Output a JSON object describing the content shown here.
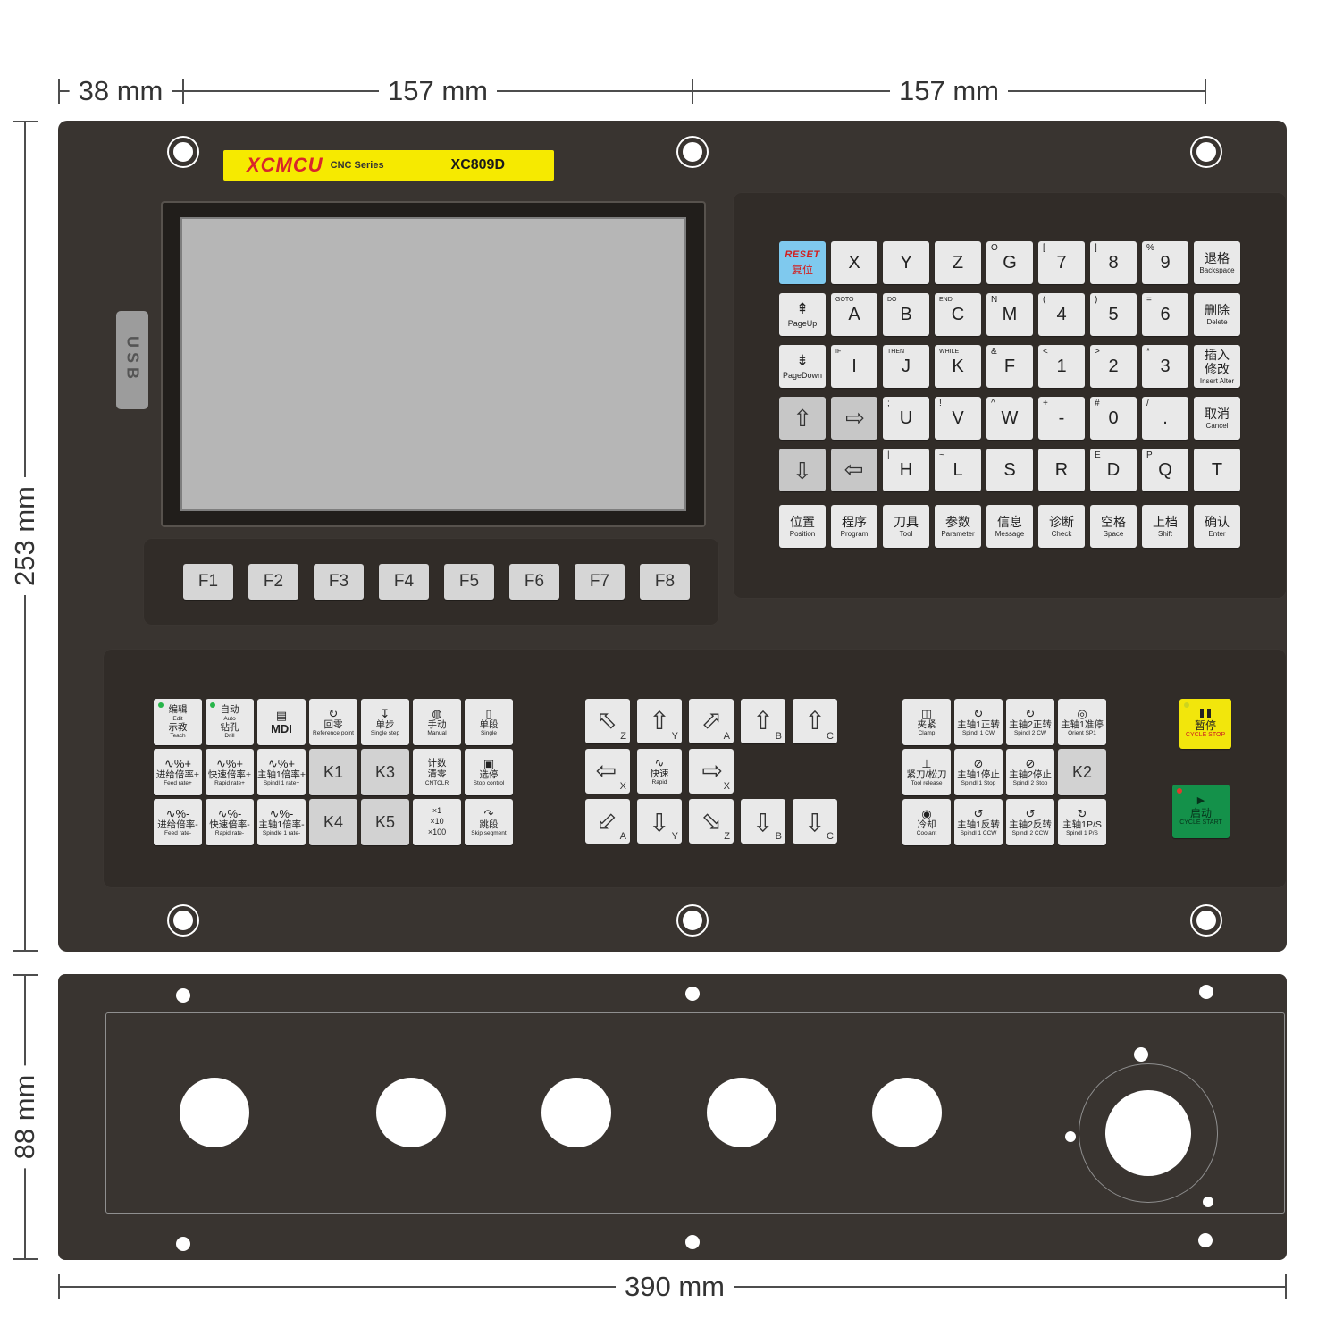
{
  "dimensions": {
    "top_left": "38 mm",
    "top_mid": "157 mm",
    "top_right": "157 mm",
    "left": "253 mm",
    "bottom_left": "88 mm",
    "bottom": "390 mm"
  },
  "logo": {
    "brand": "XCMCU",
    "series": "CNC Series",
    "model": "XC809D"
  },
  "usb_label": "USB",
  "fkeys": [
    "F1",
    "F2",
    "F3",
    "F4",
    "F5",
    "F6",
    "F7",
    "F8"
  ],
  "icons": {
    "arrow": "⇧",
    "page-up": "⇞",
    "page-down": "⇟",
    "mdi": "▤",
    "reference": "↻",
    "single-step": "↧",
    "manual": "◍",
    "single": "▯",
    "wave": "∿",
    "spindle-cw": "↻",
    "spindle-ccw": "↺",
    "spindle-stop": "⊘",
    "orient": "◎",
    "clamp": "◫",
    "tool-release": "⊥",
    "coolant": "◉",
    "stop-control": "▣",
    "skip": "↷",
    "rapid": "∿",
    "start": "▶"
  },
  "keyboard": {
    "rows": [
      [
        {
          "type": "reset",
          "en": "RESET",
          "zh": "复位"
        },
        {
          "main": "X"
        },
        {
          "main": "Y"
        },
        {
          "main": "Z"
        },
        {
          "main": "G",
          "sup": "O"
        },
        {
          "main": "7",
          "sup": "["
        },
        {
          "main": "8",
          "sup": "]"
        },
        {
          "main": "9",
          "sup": "%"
        },
        {
          "type": "fn",
          "zh": "退格",
          "en": "Backspace"
        }
      ],
      [
        {
          "type": "nav",
          "icon": "page-up",
          "label": "PageUp"
        },
        {
          "main": "A",
          "sup": "GOTO"
        },
        {
          "main": "B",
          "sup": "DO"
        },
        {
          "main": "C",
          "sup": "END"
        },
        {
          "main": "M",
          "sup": "N"
        },
        {
          "main": "4",
          "sup": "("
        },
        {
          "main": "5",
          "sup": ")"
        },
        {
          "main": "6",
          "sup": "="
        },
        {
          "type": "fn",
          "zh": "删除",
          "en": "Delete"
        }
      ],
      [
        {
          "type": "nav",
          "icon": "page-down",
          "label": "PageDown"
        },
        {
          "main": "I",
          "sup": "IF"
        },
        {
          "main": "J",
          "sup": "THEN"
        },
        {
          "main": "K",
          "sup": "WHILE"
        },
        {
          "main": "F",
          "sup": "&"
        },
        {
          "main": "1",
          "sup": "<"
        },
        {
          "main": "2",
          "sup": ">"
        },
        {
          "main": "3",
          "sup": "*"
        },
        {
          "type": "fn",
          "zh": "插入\n修改",
          "en": "Insert Alter"
        }
      ],
      [
        {
          "type": "arrow",
          "dir": "up"
        },
        {
          "type": "arrow",
          "dir": "right"
        },
        {
          "main": "U",
          "sup": ";"
        },
        {
          "main": "V",
          "sup": "!"
        },
        {
          "main": "W",
          "sup": "^"
        },
        {
          "main": "-",
          "sup": "+"
        },
        {
          "main": "0",
          "sup": "#"
        },
        {
          "main": ".",
          "sup": "/"
        },
        {
          "type": "fn",
          "zh": "取消",
          "en": "Cancel"
        }
      ],
      [
        {
          "type": "arrow",
          "dir": "down"
        },
        {
          "type": "arrow",
          "dir": "left"
        },
        {
          "main": "H",
          "sup": "|"
        },
        {
          "main": "L",
          "sup": "~"
        },
        {
          "main": "S"
        },
        {
          "main": "R"
        },
        {
          "main": "D",
          "sup": "E"
        },
        {
          "main": "Q",
          "sup": "P"
        },
        {
          "main": "T"
        }
      ],
      [
        {
          "type": "fn2",
          "zh": "位置",
          "en": "Position"
        },
        {
          "type": "fn2",
          "zh": "程序",
          "en": "Program"
        },
        {
          "type": "fn2",
          "zh": "刀具",
          "en": "Tool"
        },
        {
          "type": "fn2",
          "zh": "参数",
          "en": "Parameter"
        },
        {
          "type": "fn2",
          "zh": "信息",
          "en": "Message"
        },
        {
          "type": "fn2",
          "zh": "诊断",
          "en": "Check"
        },
        {
          "type": "fn2",
          "zh": "空格",
          "en": "Space"
        },
        {
          "type": "fn2",
          "zh": "上档",
          "en": "Shift"
        },
        {
          "type": "fn2",
          "zh": "确认",
          "en": "Enter"
        }
      ]
    ]
  },
  "mode_keys": [
    [
      {
        "led": true,
        "zh": "编辑",
        "en": "Edit",
        "zh2": "示教",
        "en2": "Teach"
      },
      {
        "led": true,
        "zh": "自动",
        "en": "Auto",
        "zh2": "钻孔",
        "en2": "Drill"
      },
      {
        "icon": "mdi",
        "big": "MDI"
      },
      {
        "icon": "reference",
        "zh": "回零",
        "en": "Reference point"
      },
      {
        "icon": "single-step",
        "zh": "单步",
        "en": "Single step"
      },
      {
        "icon": "manual",
        "zh": "手动",
        "en": "Manual"
      },
      {
        "icon": "single",
        "zh": "单段",
        "en": "Single"
      }
    ],
    [
      {
        "icon": "wave",
        "suffix": "%+",
        "zh": "进给倍率+",
        "en": "Feed rate+"
      },
      {
        "icon": "wave",
        "suffix": "%+",
        "zh": "快速倍率+",
        "en": "Rapid rate+"
      },
      {
        "icon": "wave",
        "suffix": "%+",
        "zh": "主轴1倍率+",
        "en": "Spindl 1 rate+"
      },
      {
        "big": "K1"
      },
      {
        "big": "K3"
      },
      {
        "zh": "计数",
        "zh2": "清零",
        "en2": "CNTCLR"
      },
      {
        "icon": "stop-control",
        "zh": "选停",
        "en": "Stop control"
      }
    ],
    [
      {
        "icon": "wave",
        "suffix": "%-",
        "zh": "进给倍率-",
        "en": "Feed rate-"
      },
      {
        "icon": "wave",
        "suffix": "%-",
        "zh": "快速倍率-",
        "en": "Rapid rate-"
      },
      {
        "icon": "wave",
        "suffix": "%-",
        "zh": "主轴1倍率-",
        "en": "Spindle 1 rate-"
      },
      {
        "big": "K4"
      },
      {
        "big": "K5"
      },
      {
        "lines": [
          "×1",
          "×10",
          "×100"
        ]
      },
      {
        "icon": "skip",
        "zh": "跳段",
        "en": "Skip segment"
      }
    ]
  ],
  "jog_keys": [
    [
      {
        "dir": "up-left",
        "axis": "Z"
      },
      {
        "dir": "up",
        "axis": "Y"
      },
      {
        "dir": "up-right",
        "axis": "A"
      },
      {
        "dir": "up",
        "axis": "B"
      },
      {
        "dir": "up",
        "axis": "C"
      }
    ],
    [
      {
        "dir": "left",
        "axis": "X"
      },
      {
        "rapid": true,
        "zh": "快速",
        "en": "Rapid"
      },
      {
        "dir": "right",
        "axis": "X"
      },
      null,
      null
    ],
    [
      {
        "dir": "down-left",
        "axis": "A"
      },
      {
        "dir": "down",
        "axis": "Y"
      },
      {
        "dir": "down-right",
        "axis": "Z"
      },
      {
        "dir": "down",
        "axis": "B"
      },
      {
        "dir": "down",
        "axis": "C"
      }
    ]
  ],
  "aux_keys": [
    [
      {
        "icon": "clamp",
        "zh": "夹紧",
        "en": "Clamp"
      },
      {
        "icon": "spindle-cw",
        "zh": "主轴1正转",
        "en": "Spindl 1 CW"
      },
      {
        "icon": "spindle-cw",
        "zh": "主轴2正转",
        "en": "Spindl 2 CW"
      },
      {
        "icon": "orient",
        "zh": "主轴1准停",
        "en": "Orient SP1"
      }
    ],
    [
      {
        "icon": "tool-release",
        "zh": "紧刀/松刀",
        "en": "Tool release"
      },
      {
        "icon": "spindle-stop",
        "zh": "主轴1停止",
        "en": "Spindl 1 Stop"
      },
      {
        "icon": "spindle-stop",
        "zh": "主轴2停止",
        "en": "Spindl 2 Stop"
      },
      {
        "big": "K2"
      }
    ],
    [
      {
        "icon": "coolant",
        "zh": "冷却",
        "en": "Coolant"
      },
      {
        "icon": "spindle-ccw",
        "zh": "主轴1反转",
        "en": "Spindl 1 CCW"
      },
      {
        "icon": "spindle-ccw",
        "zh": "主轴2反转",
        "en": "Spindl 2 CCW"
      },
      {
        "icon": "spindle-cw",
        "zh": "主轴1P/S",
        "en": "Spindl 1 P/S"
      }
    ]
  ],
  "cycle": {
    "stop": {
      "zh": "暂停",
      "en": "CYCLE STOP"
    },
    "start": {
      "zh": "启动",
      "en": "CYCLE START"
    }
  },
  "colors": {
    "panel": "#393430",
    "subpanel": "#312c28",
    "key": "#e9e9e9",
    "reset_key": "#7fc9ee",
    "logo_yellow": "#f6ea00",
    "brand_red": "#d9252b",
    "cycle_stop_yellow": "#f2e60c",
    "cycle_start_green": "#14914a"
  }
}
